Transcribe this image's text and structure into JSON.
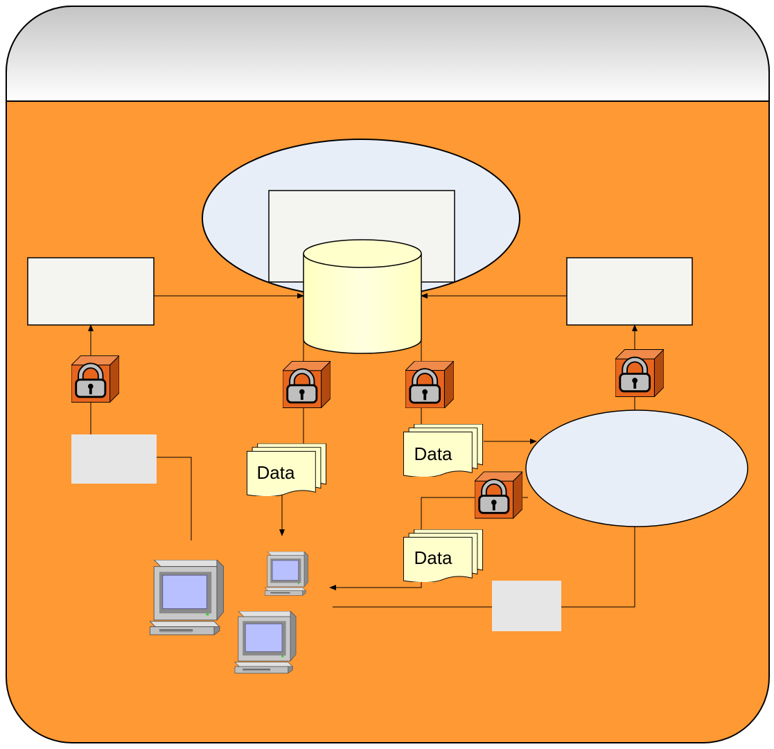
{
  "colors": {
    "frame_fill": "#FF9933",
    "header_fill_top": "#C8C8C8",
    "header_fill_bottom": "#FFFFFF",
    "ellipse_fill": "#E8EEF8",
    "box_fill": "#F4F4F0",
    "label_box_fill": "#E6E6E6",
    "cylinder_fill": "#FFFFCC",
    "document_fill": "#FFFFCC",
    "lock_cube_front": "#E8651E",
    "lock_cube_side": "#B24A10",
    "lock_cube_top": "#F08A4A",
    "padlock_body": "#C0C0C0",
    "computer_body": "#C8C8C8",
    "computer_screen": "#B8B8FF",
    "line_color": "#000000"
  },
  "header": {
    "title": ""
  },
  "documents": [
    {
      "id": "data-doc-center",
      "label": "Data"
    },
    {
      "id": "data-doc-right-top",
      "label": "Data"
    },
    {
      "id": "data-doc-right-bottom",
      "label": "Data"
    }
  ],
  "icons": {
    "lock": "lock-cube-icon",
    "computer": "desktop-computer-icon",
    "database": "database-cylinder-icon",
    "document": "document-stack-icon"
  }
}
